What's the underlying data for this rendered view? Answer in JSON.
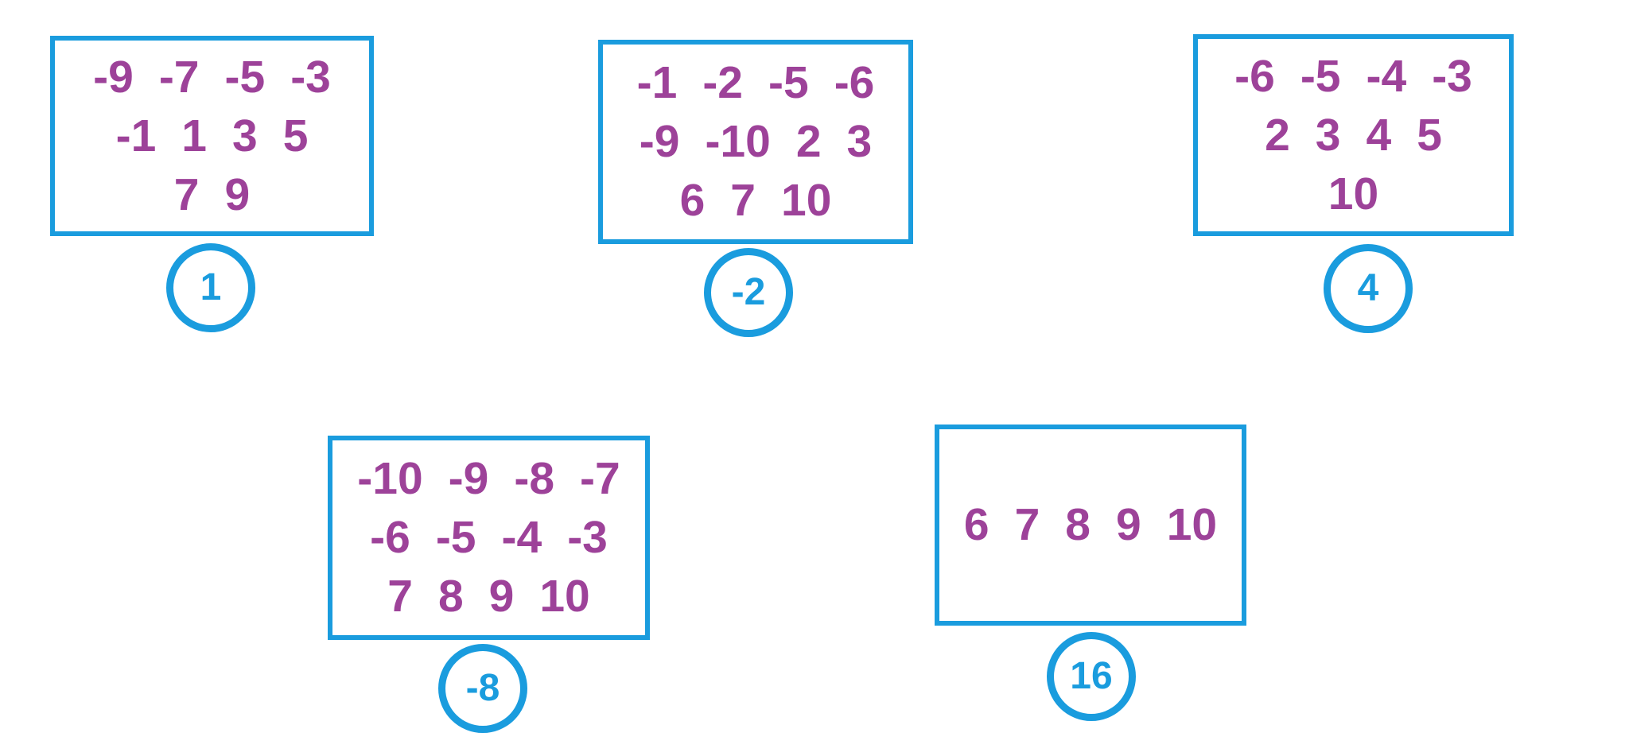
{
  "colors": {
    "accent_blue": "#1a9cde",
    "number_purple": "#9d4299",
    "background": "#ffffff"
  },
  "groups": [
    {
      "rows": [
        [
          "-9",
          "-7",
          "-5",
          "-3"
        ],
        [
          "-1",
          "1",
          "3",
          "5"
        ],
        [
          "7",
          "9"
        ]
      ],
      "answer": "1"
    },
    {
      "rows": [
        [
          "-1",
          "-2",
          "-5",
          "-6"
        ],
        [
          "-9",
          "-10",
          "2",
          "3"
        ],
        [
          "6",
          "7",
          "10"
        ]
      ],
      "answer": "-2"
    },
    {
      "rows": [
        [
          "-6",
          "-5",
          "-4",
          "-3"
        ],
        [
          "2",
          "3",
          "4",
          "5"
        ],
        [
          "10"
        ]
      ],
      "answer": "4"
    },
    {
      "rows": [
        [
          "-10",
          "-9",
          "-8",
          "-7"
        ],
        [
          "-6",
          "-5",
          "-4",
          "-3"
        ],
        [
          "7",
          "8",
          "9",
          "10"
        ]
      ],
      "answer": "-8"
    },
    {
      "rows": [
        [
          "6",
          "7",
          "8",
          "9",
          "10"
        ]
      ],
      "answer": "16"
    }
  ]
}
